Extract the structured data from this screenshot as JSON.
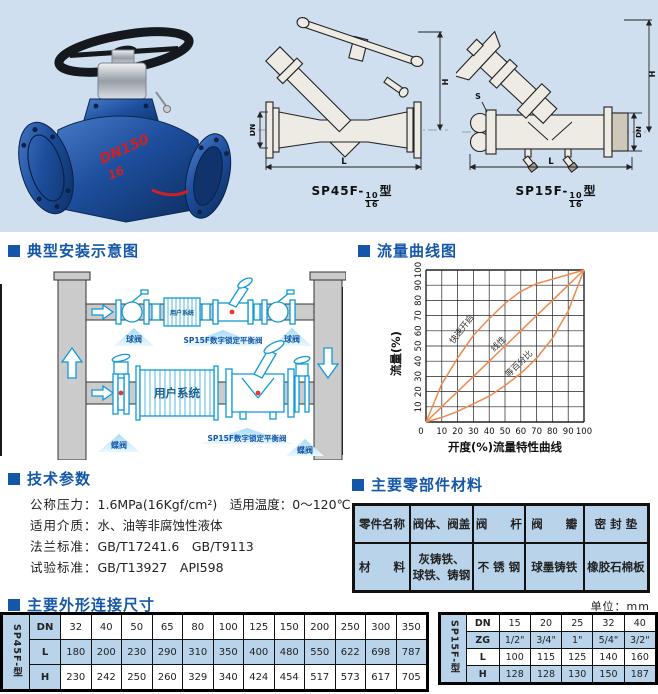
{
  "colors": {
    "panel_bg": "#cfdfef",
    "accent_blue": "#1457a8",
    "diagram_cyan": "#0f9ad6",
    "curve_orange": "#ee8a50",
    "cell_blue": "#b9d4ea",
    "valve_red": "#cc2222"
  },
  "top": {
    "photo": {
      "badge": "DN150",
      "badge2": "16"
    },
    "drawings": [
      {
        "model": "SP45F-",
        "frac_top": "10",
        "frac_bottom": "16",
        "suffix": "型",
        "dims": {
          "dn": "DN",
          "l": "L",
          "h": "H"
        }
      },
      {
        "model": "SP15F-",
        "frac_top": "10",
        "frac_bottom": "16",
        "suffix": "型",
        "dims": {
          "s": "S",
          "dn": "DN",
          "l": "L",
          "h": "H"
        }
      }
    ]
  },
  "installation": {
    "title": "典型安装示意图",
    "labels": {
      "ball_valve_left": "球阀",
      "ball_valve_right": "球阀",
      "balance_valve_top": "SP15F数字锁定平衡阀",
      "user_system_small": "用户系统",
      "user_system": "用户系统",
      "butterfly_left": "蝶阀",
      "butterfly_right": "蝶阀",
      "balance_valve_bottom": "SP15F数字锁定平衡阀"
    }
  },
  "flow": {
    "title": "流量曲线图"
  },
  "chart_data": {
    "type": "line",
    "title": "流量曲线图",
    "x": [
      0,
      10,
      20,
      30,
      40,
      50,
      60,
      70,
      80,
      90,
      100
    ],
    "series": [
      {
        "name": "快速开启",
        "values": [
          0,
          25,
          42,
          57,
          68,
          78,
          86,
          91,
          94,
          97,
          100
        ]
      },
      {
        "name": "线性",
        "values": [
          0,
          10,
          20,
          30,
          40,
          50,
          60,
          70,
          80,
          90,
          100
        ]
      },
      {
        "name": "等百分比",
        "values": [
          0,
          3,
          7,
          12,
          17,
          24,
          32,
          42,
          55,
          73,
          100
        ]
      }
    ],
    "xlabel": "开度(%)流量特性曲线",
    "ylabel": "流量(%)",
    "xlim": [
      0,
      100
    ],
    "ylim": [
      0,
      100
    ],
    "xticks": [
      0,
      10,
      20,
      30,
      40,
      50,
      60,
      70,
      80,
      90,
      100
    ],
    "yticks": [
      10,
      20,
      30,
      40,
      50,
      60,
      70,
      80,
      90,
      100
    ],
    "grid": true,
    "legend_position": "on-curve",
    "line_color": "#ee8a50"
  },
  "tech": {
    "title": "技术参数",
    "lines": [
      {
        "label": "公称压力：",
        "value": "1.6MPa(16Kgf/cm²)　适用温度：0～120℃"
      },
      {
        "label": "适用介质：",
        "value": "水、油等非腐蚀性液体"
      },
      {
        "label": "法兰标准：",
        "value": "GB/T17241.6　GB/T9113"
      },
      {
        "label": "试验标准：",
        "value": "GB/T13927　API598"
      }
    ]
  },
  "materials": {
    "title": "主要零部件材料",
    "header_row": [
      "零件名称",
      "阀体、阀盖",
      "阀　　杆",
      "阀　　瓣",
      "密 封 垫"
    ],
    "value_row": [
      "材　　料",
      "灰铸铁、\n球铁、铸钢",
      "不 锈 钢",
      "球墨铸铁",
      "橡胶石棉板"
    ]
  },
  "dimensions": {
    "title": "主要外形连接尺寸",
    "unit": "单位：mm",
    "tables": [
      {
        "series_label": "SP45F-型",
        "label_col_shaded": true,
        "rows": [
          {
            "label": "DN",
            "shaded": false,
            "values": [
              "32",
              "40",
              "50",
              "65",
              "80",
              "100",
              "125",
              "150",
              "200",
              "250",
              "300",
              "350"
            ]
          },
          {
            "label": "L",
            "shaded": true,
            "values": [
              "180",
              "200",
              "230",
              "290",
              "310",
              "350",
              "400",
              "480",
              "550",
              "622",
              "698",
              "787"
            ]
          },
          {
            "label": "H",
            "shaded": false,
            "values": [
              "230",
              "242",
              "250",
              "260",
              "329",
              "340",
              "424",
              "454",
              "517",
              "573",
              "617",
              "705"
            ]
          }
        ]
      },
      {
        "series_label": "SP15F-型",
        "label_col_shaded": false,
        "rows": [
          {
            "label": "DN",
            "shaded": false,
            "values": [
              "15",
              "20",
              "25",
              "32",
              "40"
            ]
          },
          {
            "label": "ZG",
            "shaded": true,
            "values": [
              "1/2\"",
              "3/4\"",
              "1\"",
              "5/4\"",
              "3/2\""
            ]
          },
          {
            "label": "L",
            "shaded": false,
            "values": [
              "100",
              "115",
              "125",
              "140",
              "160"
            ]
          },
          {
            "label": "H",
            "shaded": true,
            "values": [
              "128",
              "128",
              "130",
              "150",
              "187"
            ]
          }
        ]
      }
    ]
  }
}
